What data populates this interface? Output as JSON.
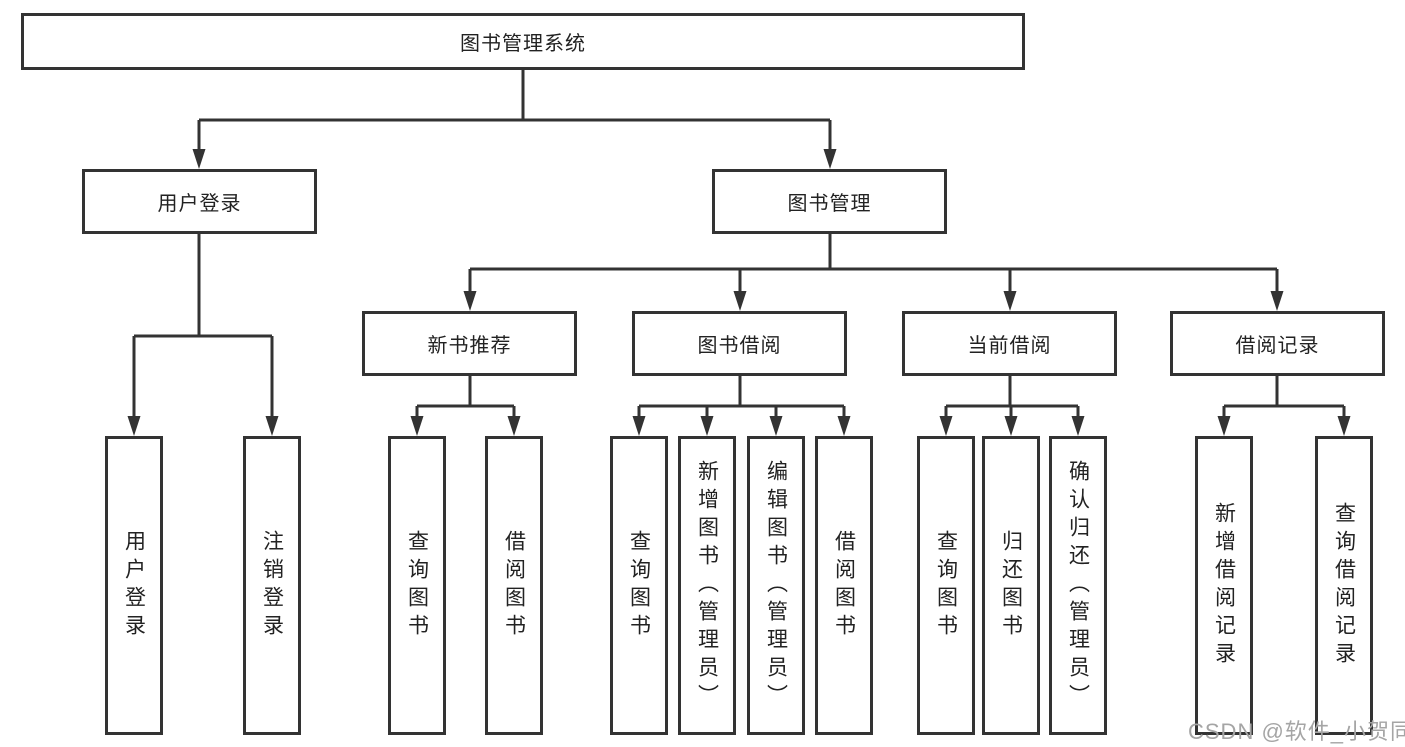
{
  "nodes": {
    "root": {
      "label": "图书管理系统"
    },
    "user_login": {
      "label": "用户登录"
    },
    "book_mgmt": {
      "label": "图书管理"
    },
    "new_book": {
      "label": "新书推荐"
    },
    "book_borrow": {
      "label": "图书借阅"
    },
    "current_borrow": {
      "label": "当前借阅"
    },
    "borrow_records": {
      "label": "借阅记录"
    }
  },
  "leaves": {
    "login": {
      "label": "用户登录"
    },
    "logout": {
      "label": "注销登录"
    },
    "nb_query": {
      "label": "查询图书"
    },
    "nb_borrow": {
      "label": "借阅图书"
    },
    "bw_query": {
      "label": "查询图书"
    },
    "bw_add": {
      "label": "新增图书（管理员）"
    },
    "bw_edit": {
      "label": "编辑图书（管理员）"
    },
    "bw_borrow": {
      "label": "借阅图书"
    },
    "cu_query": {
      "label": "查询图书"
    },
    "cu_return": {
      "label": "归还图书"
    },
    "cu_confirm": {
      "label": "确认归还（管理员）"
    },
    "rc_add": {
      "label": "新增借阅记录"
    },
    "rc_query": {
      "label": "查询借阅记录"
    }
  },
  "watermark": {
    "text": "CSDN @软件_小贺同学"
  },
  "colors": {
    "line": "#333333",
    "text": "#222222",
    "watermark": "#a5a5a5",
    "bg": "#ffffff"
  }
}
